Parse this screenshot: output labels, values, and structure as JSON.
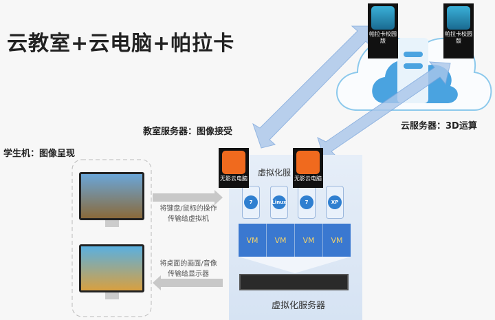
{
  "title": "云教室+云电脑+帕拉卡",
  "cloud_label": "云服务器：3D运算",
  "classroom_label": "教室服务器：图像接受",
  "student_label": "学生机：图像呈现",
  "cloud_apps": [
    {
      "label": "帕拉卡校园版"
    },
    {
      "label": "帕拉卡校园版"
    }
  ],
  "wuying_apps": [
    {
      "label": "无影云电脑"
    },
    {
      "label": "无影云电脑"
    }
  ],
  "virt_top_label": "虚拟化服",
  "virt_bottom_label": "虚拟化服务器",
  "os_tiles": [
    "7",
    "Linux",
    "7",
    "XP"
  ],
  "vms": [
    "VM",
    "VM",
    "VM",
    "VM"
  ],
  "arrow_to_vm": [
    "将键盘/鼠标的操作",
    "传输给虚拟机"
  ],
  "arrow_to_display": [
    "将桌面的画面/音像",
    "传输给显示器"
  ],
  "colors": {
    "vm": "#3a78d0",
    "wuying": "#f06a1e",
    "cloud": "#4aa3e0",
    "arrow": "#a9c6ea"
  }
}
